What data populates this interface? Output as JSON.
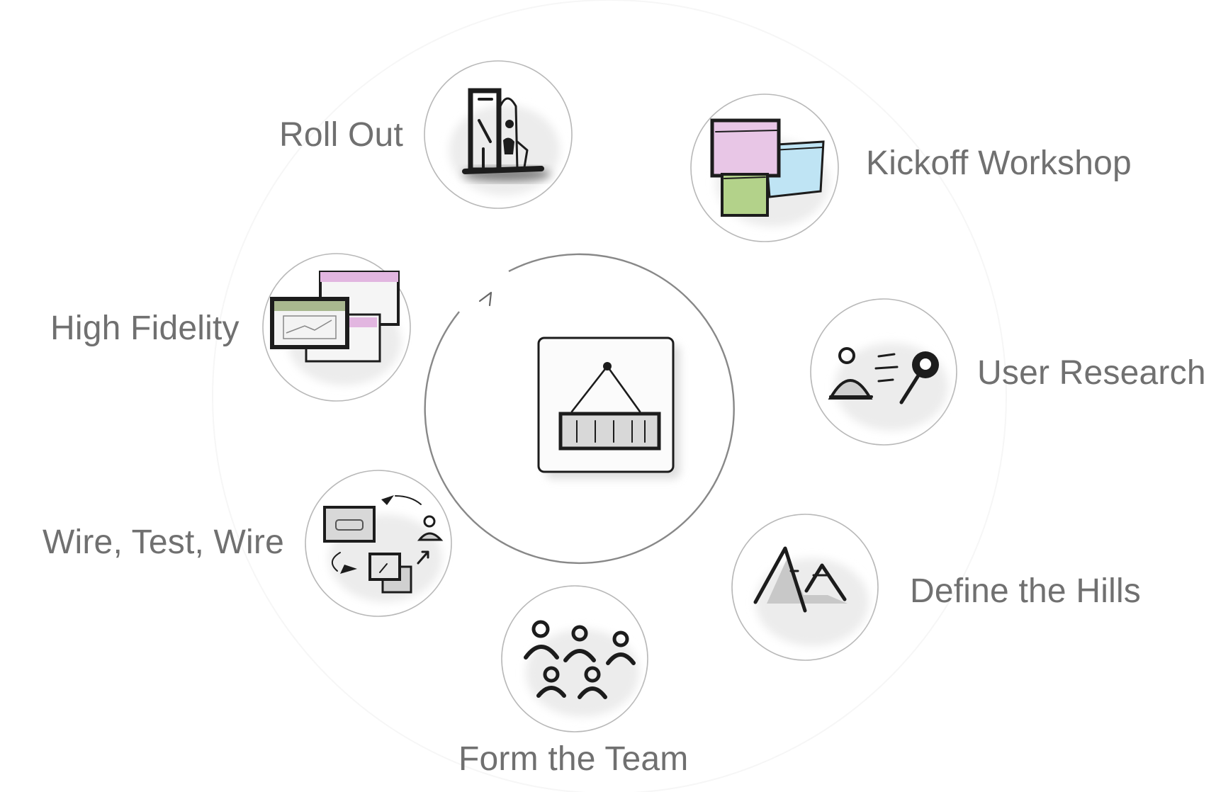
{
  "diagram": {
    "center": {
      "icon": "hanging-sign-icon"
    },
    "steps": [
      {
        "id": "roll-out",
        "label": "Roll Out",
        "icon": "rocket-icon"
      },
      {
        "id": "kickoff-workshop",
        "label": "Kickoff Workshop",
        "icon": "sticky-notes-icon"
      },
      {
        "id": "user-research",
        "label": "User Research",
        "icon": "research-pin-icon"
      },
      {
        "id": "define-the-hills",
        "label": "Define the Hills",
        "icon": "hills-icon"
      },
      {
        "id": "form-the-team",
        "label": "Form the Team",
        "icon": "team-icon"
      },
      {
        "id": "wire-test-wire",
        "label": "Wire, Test, Wire",
        "icon": "wire-test-cycle-icon"
      },
      {
        "id": "high-fidelity",
        "label": "High Fidelity",
        "icon": "screens-icon"
      }
    ],
    "colors": {
      "label_text": "#707070",
      "ink": "#1c1c1c",
      "sticky_pink": "#e8c6e6",
      "sticky_blue": "#bfe4f4",
      "sticky_green": "#b3d28a",
      "screen_pink": "#e2b6e0",
      "screen_green": "#a9b88f"
    }
  }
}
